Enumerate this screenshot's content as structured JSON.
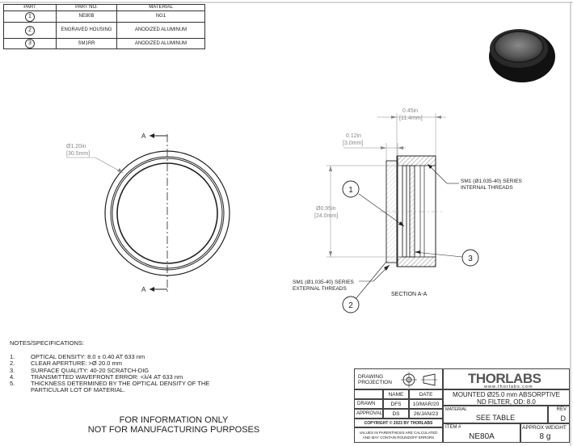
{
  "parts_table": {
    "headers": [
      "PART",
      "PART NO.",
      "MATERIAL"
    ],
    "rows": [
      {
        "part": "1",
        "part_no": "NE80B",
        "material": "NG1"
      },
      {
        "part": "2",
        "part_no": "ENGRAVED HOUSING",
        "material": "ANODIZED ALUMINUM"
      },
      {
        "part": "3",
        "part_no": "SM1RR",
        "material": "ANODIZED ALUMINUM"
      }
    ]
  },
  "front_view": {
    "diameter_in": "Ø1.20in",
    "diameter_mm": "[30.5mm]",
    "section_marker": "A"
  },
  "section_view": {
    "width_in": "0.45in",
    "width_mm": "[11.4mm]",
    "thread_depth_in": "0.12in",
    "thread_depth_mm": "[3.0mm]",
    "aperture_in": "Ø0.95in",
    "aperture_mm": "[24.0mm]",
    "internal_threads_line1": "SM1 (Ø1.035-40) SERIES",
    "internal_threads_line2": "INTERNAL THREADS",
    "external_threads_line1": "SM1 (Ø1.035-40) SERIES",
    "external_threads_line2": "EXTERNAL THREADS",
    "section_label": "SECTION A-A",
    "balloons": [
      "1",
      "2",
      "3"
    ]
  },
  "notes": {
    "heading": "NOTES/SPECIFICATIONS:",
    "items": [
      {
        "num": "1.",
        "text": "OPTICAL DENSITY: 8.0 ± 0.40 AT 633 nm"
      },
      {
        "num": "2.",
        "text": "CLEAR APERTURE: >Ø 20.0 mm"
      },
      {
        "num": "3.",
        "text": "SURFACE QUALITY: 40-20 SCRATCH-DIG"
      },
      {
        "num": "4.",
        "text": "TRANSMITTED WAVEFRONT ERROR: <λ/4 AT 633 nm"
      },
      {
        "num": "5.",
        "text": "THICKNESS DETERMINED BY THE OPTICAL DENSITY OF THE"
      },
      {
        "num": "",
        "text": "PARTICULAR LOT OF MATERIAL."
      }
    ]
  },
  "info_notice": {
    "line1": "FOR INFORMATION ONLY",
    "line2": "NOT FOR MANUFACTURING PURPOSES"
  },
  "title_block": {
    "drawing_projection_line1": "DRAWING",
    "drawing_projection_line2": "PROJECTION",
    "logo": "THORLABS",
    "website": "www.thorlabs.com",
    "name_header": "NAME",
    "date_header": "DATE",
    "drawn_label": "DRAWN",
    "drawn_name": "DFS",
    "drawn_date": "10/MAR/20",
    "approval_label": "APPROVAL",
    "approval_name": "DS",
    "approval_date": "26/JAN/23",
    "copyright": "COPYRIGHT © 2023 BY THORLABS",
    "values_note_line1": "VALUES IN PARENTHESIS ARE CALCULATED",
    "values_note_line2": "AND MAY CONTAIN ROUNDOFF ERRORS",
    "description_line1": "MOUNTED Ø25.0 mm ABSORPTIVE",
    "description_line2": "ND FILTER, OD: 8.0",
    "material_label": "MATERIAL",
    "material_value": "SEE TABLE",
    "rev_label": "REV",
    "rev_value": "D",
    "item_label": "ITEM #",
    "item_value": "NE80A",
    "weight_label": "APPROX WEIGHT",
    "weight_value": "8 g"
  }
}
